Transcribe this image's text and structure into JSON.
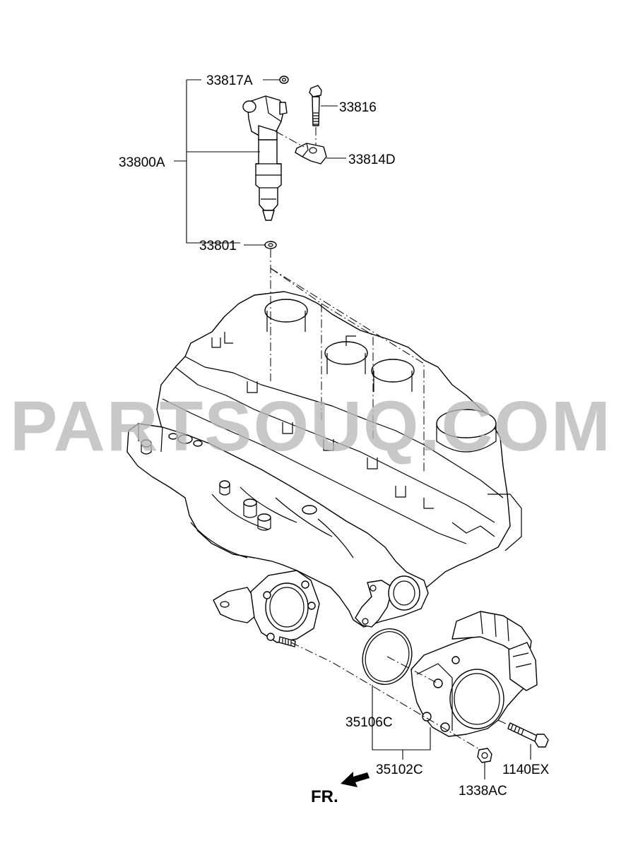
{
  "diagram": {
    "parts": {
      "injector_assembly": "33800A",
      "injector_seal_top": "33817A",
      "clamp_bolt": "33816",
      "injector_clamp": "33814D",
      "injector_washer": "33801",
      "gasket": "35106C",
      "throttle_body_assembly": "35102C",
      "flange_nut": "1338AC",
      "bolt": "1140EX"
    },
    "direction_label": "FR.",
    "watermark": "PARTSOUQ.COM"
  }
}
